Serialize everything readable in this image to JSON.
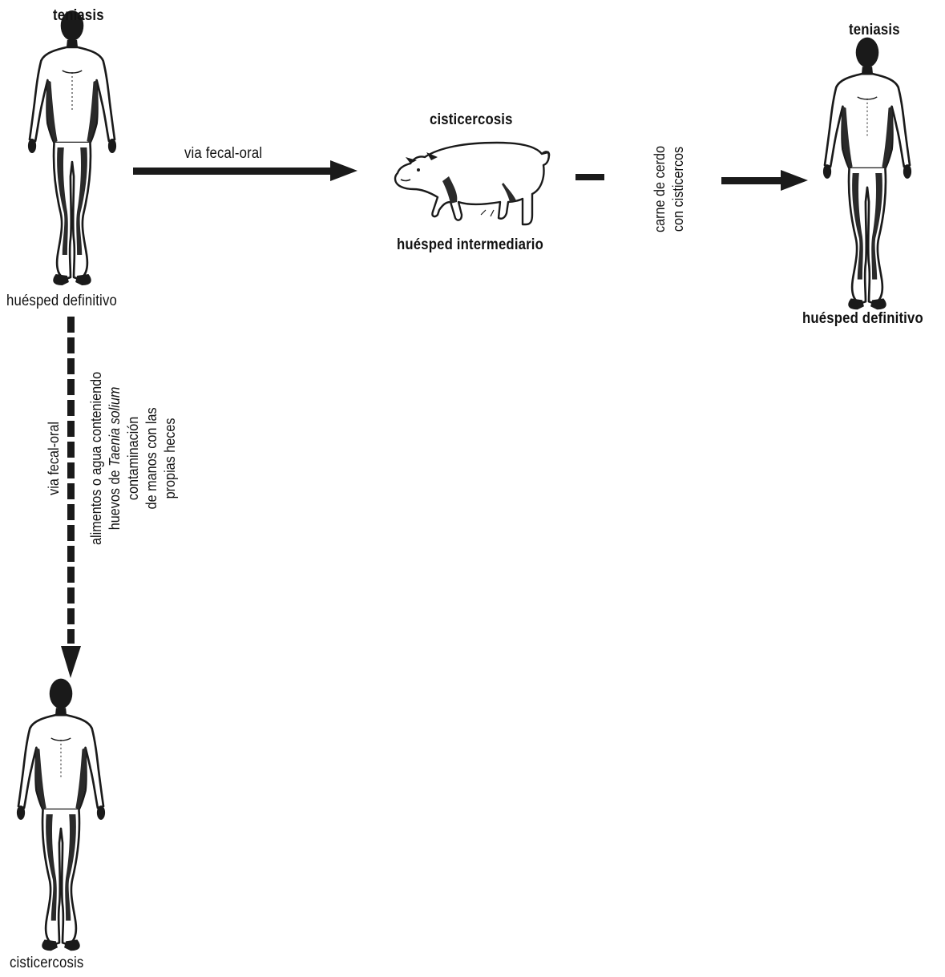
{
  "labels": {
    "top_left_title": "teniasis",
    "top_left_caption": "huésped definitivo",
    "top_right_title": "teniasis",
    "top_right_caption": "huésped definitivo",
    "pig_title": "cisticercosis",
    "pig_caption": "huésped intermediario",
    "arrow_horizontal": "via fecal-oral",
    "meat_line1": "carne de cerdo",
    "meat_line2": "con cisticercos",
    "bottom_caption": "cisticercosis"
  },
  "vertical_note": {
    "line1": "via fecal-oral",
    "line2": "alimentos o agua conteniendo",
    "line3_prefix": "huevos de ",
    "line3_species": "Taenia solium",
    "line4": "contaminación",
    "line5": "de manos con las",
    "line6": "propias heces"
  }
}
